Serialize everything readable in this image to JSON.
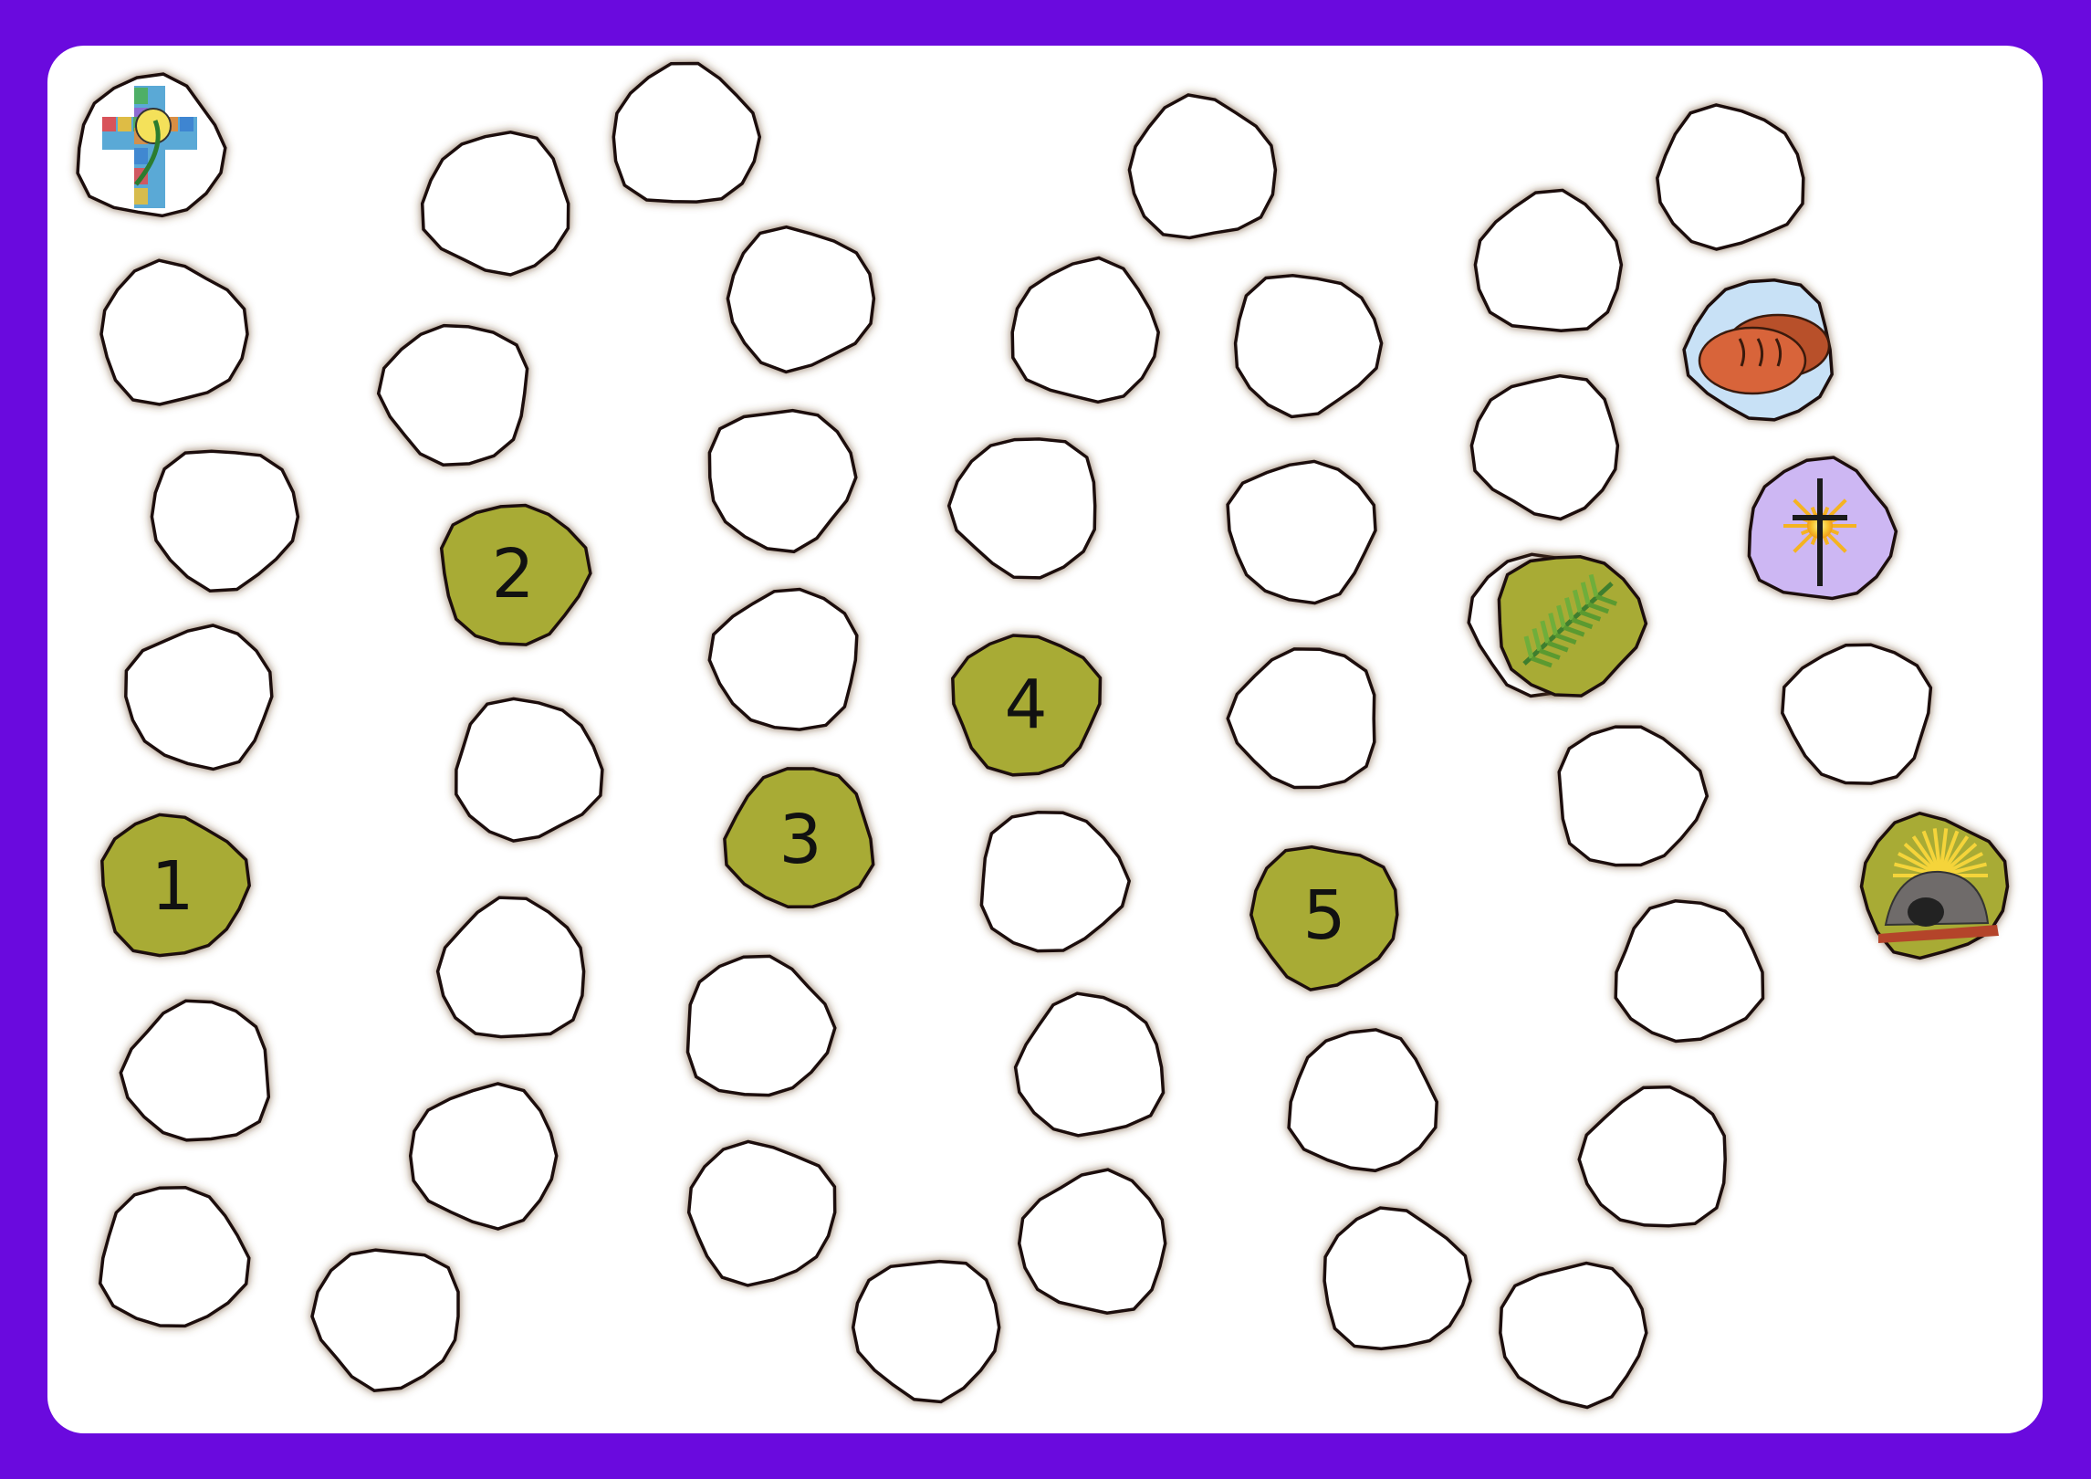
{
  "board": {
    "colors": {
      "background": "#6a0ade",
      "board": "#ffffff",
      "space_fill": "#ffffff",
      "space_outline": "#1a1008",
      "numbered_space": "#a8ab34",
      "bread_space": "#c8e1f6",
      "star_cross_space": "#cdb7f3",
      "palm_space": "#a8ab34",
      "tomb_space": "#a8ab34"
    },
    "spaces": [
      {
        "kind": "start",
        "icon": "cross-icon"
      },
      {
        "kind": "blank"
      },
      {
        "kind": "blank"
      },
      {
        "kind": "blank"
      },
      {
        "kind": "blank"
      },
      {
        "kind": "number",
        "label": "1"
      },
      {
        "kind": "blank"
      },
      {
        "kind": "blank"
      },
      {
        "kind": "blank"
      },
      {
        "kind": "blank"
      },
      {
        "kind": "blank"
      },
      {
        "kind": "number",
        "label": "2"
      },
      {
        "kind": "blank"
      },
      {
        "kind": "blank"
      },
      {
        "kind": "blank"
      },
      {
        "kind": "blank"
      },
      {
        "kind": "blank"
      },
      {
        "kind": "blank"
      },
      {
        "kind": "blank"
      },
      {
        "kind": "number",
        "label": "3"
      },
      {
        "kind": "blank"
      },
      {
        "kind": "blank"
      },
      {
        "kind": "blank"
      },
      {
        "kind": "blank"
      },
      {
        "kind": "blank"
      },
      {
        "kind": "blank"
      },
      {
        "kind": "number",
        "label": "4"
      },
      {
        "kind": "blank"
      },
      {
        "kind": "blank"
      },
      {
        "kind": "blank"
      },
      {
        "kind": "blank"
      },
      {
        "kind": "blank"
      },
      {
        "kind": "blank"
      },
      {
        "kind": "blank"
      },
      {
        "kind": "blank"
      },
      {
        "kind": "number",
        "label": "5"
      },
      {
        "kind": "blank"
      },
      {
        "kind": "blank"
      },
      {
        "kind": "blank"
      },
      {
        "kind": "blank"
      },
      {
        "kind": "blank"
      },
      {
        "kind": "blank"
      },
      {
        "kind": "icon",
        "icon": "palm-branch-icon"
      },
      {
        "kind": "blank"
      },
      {
        "kind": "blank"
      },
      {
        "kind": "blank"
      },
      {
        "kind": "blank"
      },
      {
        "kind": "icon",
        "icon": "bread-icon"
      },
      {
        "kind": "icon",
        "icon": "star-cross-icon"
      },
      {
        "kind": "blank"
      },
      {
        "kind": "icon",
        "icon": "tomb-icon"
      }
    ]
  }
}
